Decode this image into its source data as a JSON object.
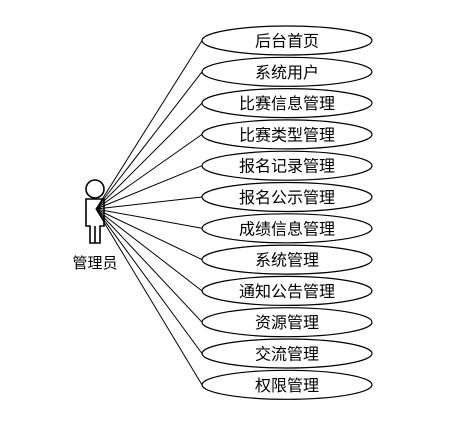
{
  "actor": {
    "name": "管理员",
    "icon": "person-icon"
  },
  "use_cases": [
    "后台首页",
    "系统用户",
    "比赛信息管理",
    "比赛类型管理",
    "报名记录管理",
    "报名公示管理",
    "成绩信息管理",
    "系统管理",
    "通知公告管理",
    "资源管理",
    "交流管理",
    "权限管理"
  ]
}
